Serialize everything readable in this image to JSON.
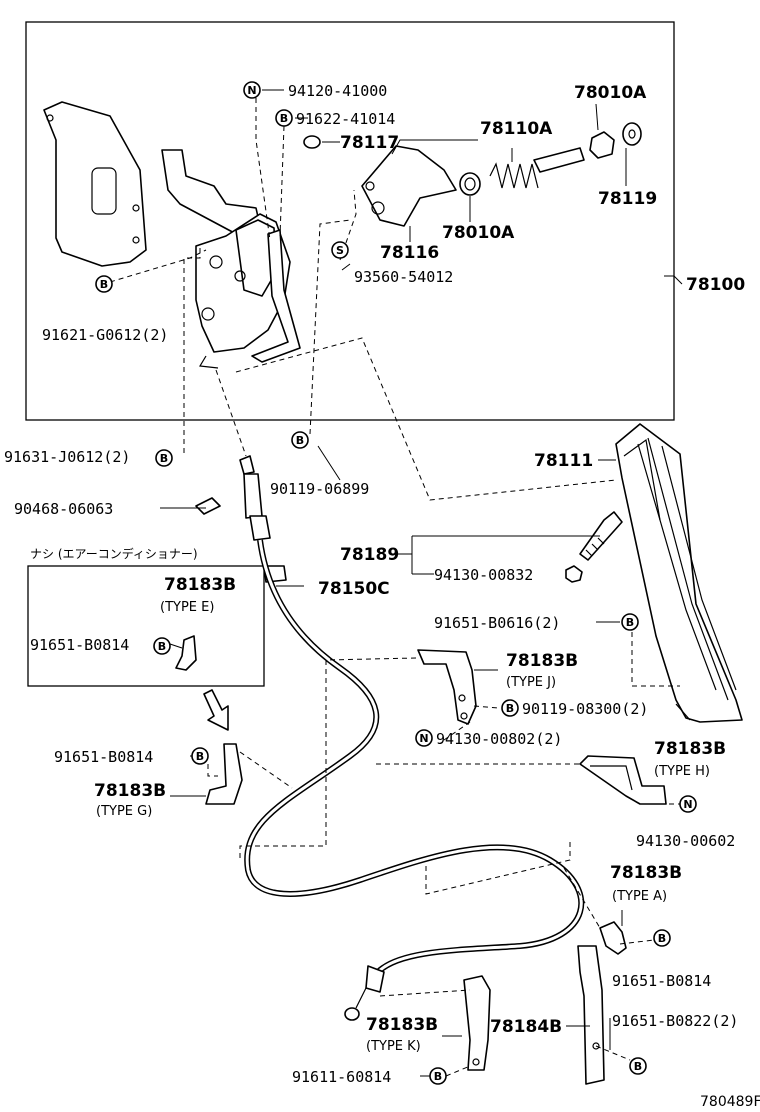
{
  "labels": {
    "p94120_41000": "94120-41000",
    "p91622_41014": "91622-41014",
    "p78117": "78117",
    "p78110A": "78110A",
    "p78010A_top": "78010A",
    "p78119": "78119",
    "p78010A_mid": "78010A",
    "p78116": "78116",
    "p93560_54012": "93560-54012",
    "p91621_G0612": "91621-G0612(2)",
    "p78100": "78100",
    "p91631_J0612": "91631-J0612(2)",
    "p90119_06899": "90119-06899",
    "p78111": "78111",
    "p90468_06063": "90468-06063",
    "p78189": "78189",
    "p94130_00832": "94130-00832",
    "p78150C": "78150C",
    "nashi_note": "ナシ (エアーコンディショナー)",
    "p78183B_E": "78183B",
    "type_E": "(TYPE E)",
    "p91651_B0814_inset": "91651-B0814",
    "p91651_B0616": "91651-B0616(2)",
    "p78183B_J": "78183B",
    "type_J": "(TYPE J)",
    "p90119_08300": "90119-08300(2)",
    "p94130_00802": "94130-00802(2)",
    "p91651_B0814_G": "91651-B0814",
    "p78183B_G": "78183B",
    "type_G": "(TYPE G)",
    "p78183B_H": "78183B",
    "type_H": "(TYPE H)",
    "p94130_00602": "94130-00602",
    "p78183B_A": "78183B",
    "type_A": "(TYPE A)",
    "p91651_B0814_A": "91651-B0814",
    "p78183B_K": "78183B",
    "type_K": "(TYPE K)",
    "p78184B": "78184B",
    "p91651_B0822": "91651-B0822(2)",
    "p91611_60814": "91611-60814",
    "figure_code": "780489F"
  },
  "symbols": {
    "nut": "N",
    "bolt": "B",
    "screw": "S"
  },
  "icons": {
    "pedal_bracket": "pedal-bracket-assembly-icon",
    "pedal": "accelerator-pedal-icon",
    "cable": "accelerator-cable-icon",
    "arrow": "down-arrow-icon"
  }
}
